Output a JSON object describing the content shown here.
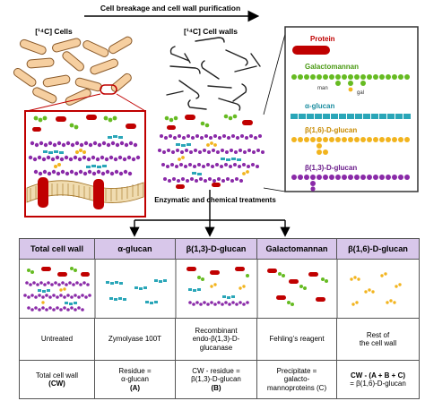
{
  "top": {
    "process_label": "Cell breakage and cell wall purification",
    "cells_label": "[¹⁴C] Cells",
    "walls_label": "[¹⁴C] Cell walls",
    "treatments_label": "Enzymatic and chemical treatments"
  },
  "legend": {
    "items": [
      {
        "label": "Protein",
        "color": "#c00000"
      },
      {
        "label": "Galactomannan",
        "color": "#66bb22"
      },
      {
        "label": "α-glucan",
        "color": "#2aa6b8"
      },
      {
        "label": "β(1,6)-D-glucan",
        "color": "#f2b41e"
      },
      {
        "label": "β(1,3)-D-glucan",
        "color": "#8a2aa8"
      }
    ],
    "sub_man": "man",
    "sub_gal": "gal"
  },
  "table": {
    "headers": [
      "Total cell wall",
      "α-glucan",
      "β(1,3)-D-glucan",
      "Galactomannan",
      "β(1,6)-D-glucan"
    ],
    "treatments": [
      [
        "Untreated"
      ],
      [
        "Zymolyase 100T"
      ],
      [
        "Recombinant",
        "endo-β(1,3)-D-",
        "glucanase"
      ],
      [
        "Fehling’s reagent"
      ],
      [
        "Rest of",
        "the cell wall"
      ]
    ],
    "results": {
      "c0": {
        "l1": "Total cell wall",
        "l2": "(CW)"
      },
      "c1": {
        "l1": "Residue =",
        "l2": "α-glucan",
        "l3": "(A)"
      },
      "c2": {
        "l1": "CW - residue =",
        "l2": "β(1,3)-D-glucan",
        "l3": "(B)"
      },
      "c3": {
        "l1": "Precipitate =",
        "l2": "galacto-",
        "l3": "mannoproteins (C)"
      },
      "c4": {
        "l1": "CW - (A + B + C)",
        "l2": "= β(1,6)-D-glucan"
      }
    }
  }
}
